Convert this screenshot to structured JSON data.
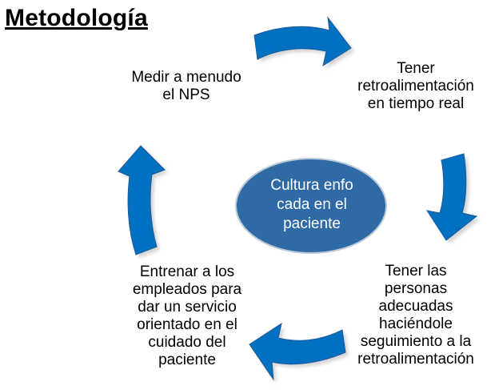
{
  "title": "Metodología",
  "center": {
    "lines": [
      "Cultura  enfo",
      "cada en el",
      "paciente"
    ]
  },
  "steps": [
    {
      "lines": [
        "Medir a menudo",
        "el NPS"
      ]
    },
    {
      "lines": [
        "Tener",
        "retroalimentación",
        "en tiempo real"
      ]
    },
    {
      "lines": [
        "Tener las",
        "personas",
        "adecuadas",
        "haciéndole",
        "seguimiento a la",
        "retroalimentación"
      ]
    },
    {
      "lines": [
        "Entrenar a los",
        "empleados para",
        "dar un servicio",
        "orientado en el",
        "cuidado del",
        "paciente"
      ]
    }
  ],
  "colors": {
    "arrow_fill": "#0070c0",
    "arrow_edge": "#1f5a99",
    "center_fill": "#2e6aa6",
    "center_edge": "#bcc9d8",
    "shadow": "#b3b3b3"
  },
  "arrows": [
    {
      "icon": "curved-arrow-right-icon"
    },
    {
      "icon": "curved-arrow-down-icon"
    },
    {
      "icon": "curved-arrow-left-icon"
    },
    {
      "icon": "curved-arrow-up-icon"
    }
  ]
}
